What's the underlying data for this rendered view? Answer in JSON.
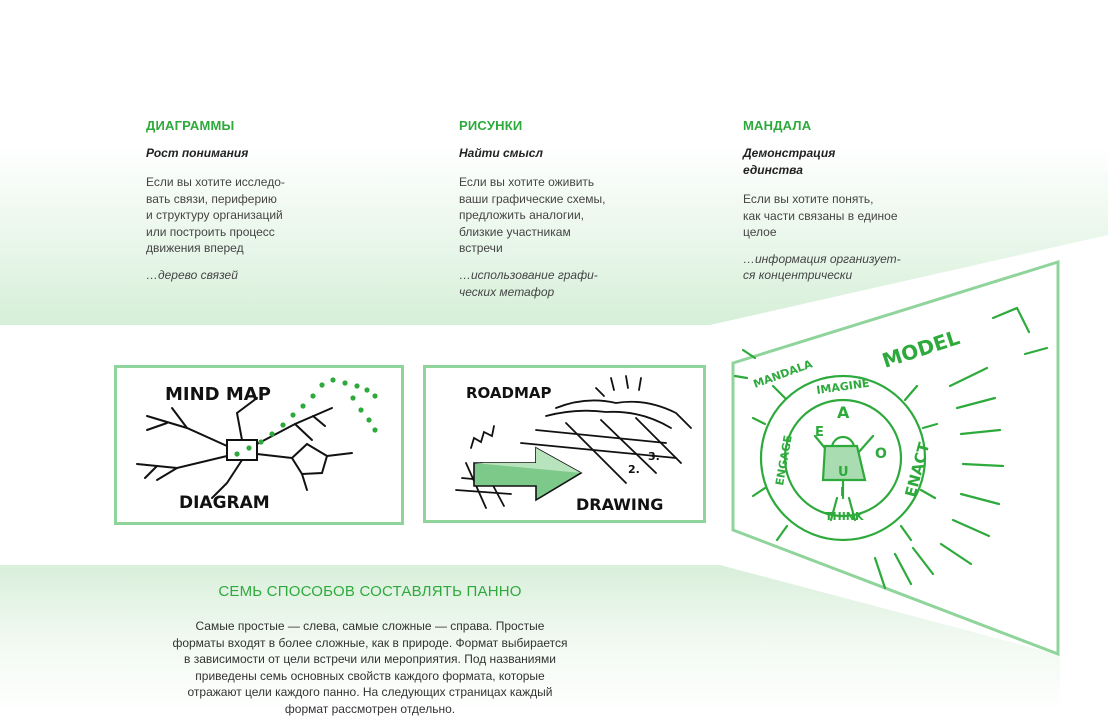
{
  "columns": [
    {
      "title": "ДИАГРАММЫ",
      "subtitle": "Рост понимания",
      "body": "Если вы хотите исследо-\nвать связи, периферию\nи структуру организаций\nили построить процесс\nдвижения вперед",
      "note": "…дерево связей"
    },
    {
      "title": "РИСУНКИ",
      "subtitle": "Найти смысл",
      "body": "Если вы хотите оживить\nваши графические схемы,\nпредложить аналогии,\nблизкие участникам\nвстречи",
      "note": "…использование графи-\nческих метафор"
    },
    {
      "title": "МАНДАЛА",
      "subtitle": "Демонстрация единства",
      "body": "Если вы хотите понять,\nкак части связаны в единое\nцелое",
      "note": "…информация организует-\nся концентрически"
    }
  ],
  "sketches": {
    "mindmap_top": "MIND MAP",
    "mindmap_bottom": "DIAGRAM",
    "roadmap_top": "ROADMAP",
    "roadmap_bottom": "DRAWING",
    "mandala_model": "MODEL",
    "mandala_label": "MANDALA",
    "mandala_imagine": "IMAGINE",
    "mandala_engage": "ENGAGE",
    "mandala_think": "THINK",
    "mandala_enact": "ENACT",
    "mandala_a": "A",
    "mandala_e": "E",
    "mandala_u": "U",
    "mandala_o": "O",
    "mandala_i": "I"
  },
  "bottom": {
    "title": "СЕМЬ СПОСОБОВ СОСТАВЛЯТЬ ПАННО",
    "body": "Самые простые — слева, самые сложные — справа. Простые форматы входят в более сложные, как в природе. Формат выбирается в зависимости от цели встречи или мероприятия. Под названиями приведены семь основных свойств каждого формата, которые отражают цели каждого панно. На следующих страницах каждый формат рассмотрен отдельно."
  },
  "colors": {
    "accent_green": "#2eaa3c",
    "frame_green": "#8fd49a",
    "band_green": "#dff1e0"
  }
}
